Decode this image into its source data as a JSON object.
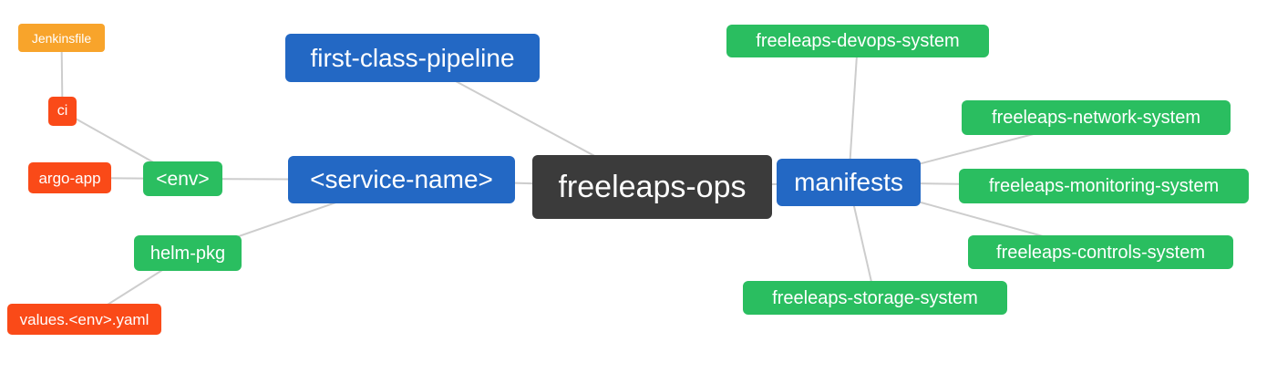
{
  "diagram": {
    "type": "mindmap",
    "background": "#ffffff",
    "edge_color": "#cdcdcd",
    "palette": {
      "root_bg": "#3b3b3b",
      "branch_bg": "#2368c4",
      "green_bg": "#2abe60",
      "red_bg": "#fa4a18",
      "orange_bg": "#f8a42b",
      "text": "#ffffff"
    },
    "nodes": {
      "freeleaps_ops": {
        "label": "freeleaps-ops",
        "level": "root"
      },
      "first_class_pipeline": {
        "label": "first-class-pipeline",
        "level": "branch"
      },
      "service_name": {
        "label": "<service-name>",
        "level": "branch"
      },
      "manifests": {
        "label": "manifests",
        "level": "branch"
      },
      "env": {
        "label": "<env>",
        "level": "leaf-green"
      },
      "helm_pkg": {
        "label": "helm-pkg",
        "level": "leaf-green"
      },
      "ci": {
        "label": "ci",
        "level": "leaf-red"
      },
      "argo_app": {
        "label": "argo-app",
        "level": "leaf-red"
      },
      "jenkinsfile": {
        "label": "Jenkinsfile",
        "level": "leaf-orange"
      },
      "values_env_yaml": {
        "label": "values.<env>.yaml",
        "level": "leaf-red"
      },
      "devops_system": {
        "label": "freeleaps-devops-system",
        "level": "leaf-green"
      },
      "network_system": {
        "label": "freeleaps-network-system",
        "level": "leaf-green"
      },
      "monitoring_system": {
        "label": "freeleaps-monitoring-system",
        "level": "leaf-green"
      },
      "controls_system": {
        "label": "freeleaps-controls-system",
        "level": "leaf-green"
      },
      "storage_system": {
        "label": "freeleaps-storage-system",
        "level": "leaf-green"
      }
    },
    "edges": [
      {
        "from": "jenkinsfile",
        "to": "ci"
      },
      {
        "from": "ci",
        "to": "env"
      },
      {
        "from": "argo_app",
        "to": "env"
      },
      {
        "from": "env",
        "to": "service_name"
      },
      {
        "from": "helm_pkg",
        "to": "service_name"
      },
      {
        "from": "values_env_yaml",
        "to": "helm_pkg"
      },
      {
        "from": "first_class_pipeline",
        "to": "freeleaps_ops"
      },
      {
        "from": "service_name",
        "to": "freeleaps_ops"
      },
      {
        "from": "freeleaps_ops",
        "to": "manifests"
      },
      {
        "from": "manifests",
        "to": "devops_system"
      },
      {
        "from": "manifests",
        "to": "network_system"
      },
      {
        "from": "manifests",
        "to": "monitoring_system"
      },
      {
        "from": "manifests",
        "to": "controls_system"
      },
      {
        "from": "manifests",
        "to": "storage_system"
      }
    ]
  }
}
